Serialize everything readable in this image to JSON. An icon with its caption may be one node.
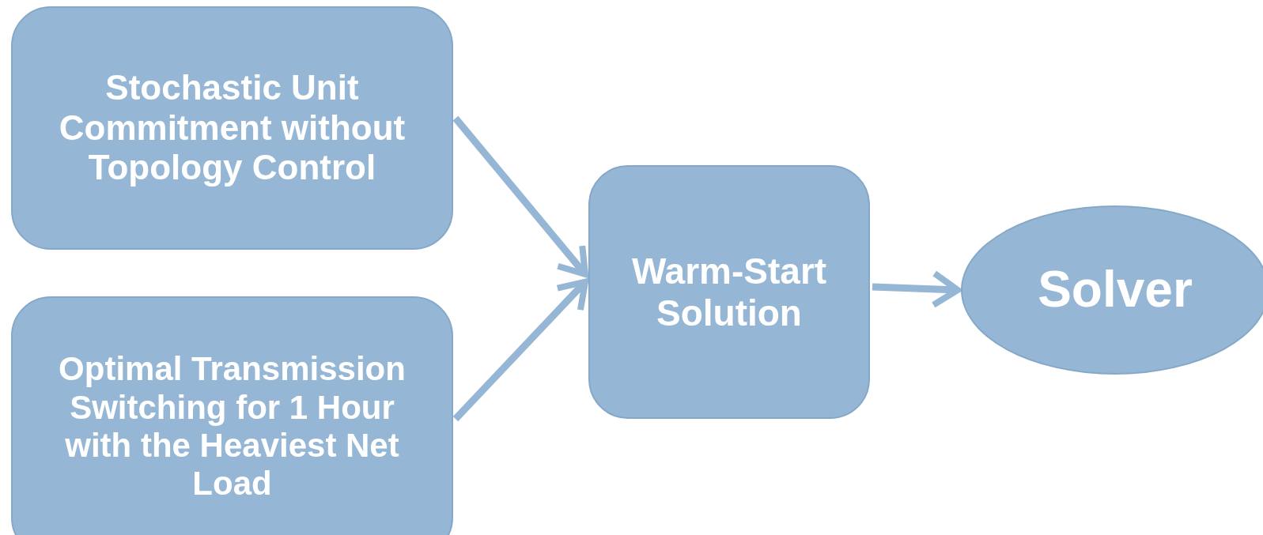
{
  "diagram": {
    "nodes": [
      {
        "text": [
          "Stochastic Unit Commitment without Topology Control"
        ]
      },
      {
        "text": [
          "Optimal Transmission Switching for 1 Hour with the Heaviest Net Load"
        ]
      },
      {
        "text": [
          "Warm-Start Solution"
        ]
      },
      {
        "text": [
          "Solver"
        ]
      }
    ],
    "edges": [
      {
        "from": 0,
        "to": 2,
        "arrow": "to"
      },
      {
        "from": 1,
        "to": 2,
        "arrow": "to"
      },
      {
        "from": 2,
        "to": 3,
        "arrow": "to"
      }
    ]
  }
}
